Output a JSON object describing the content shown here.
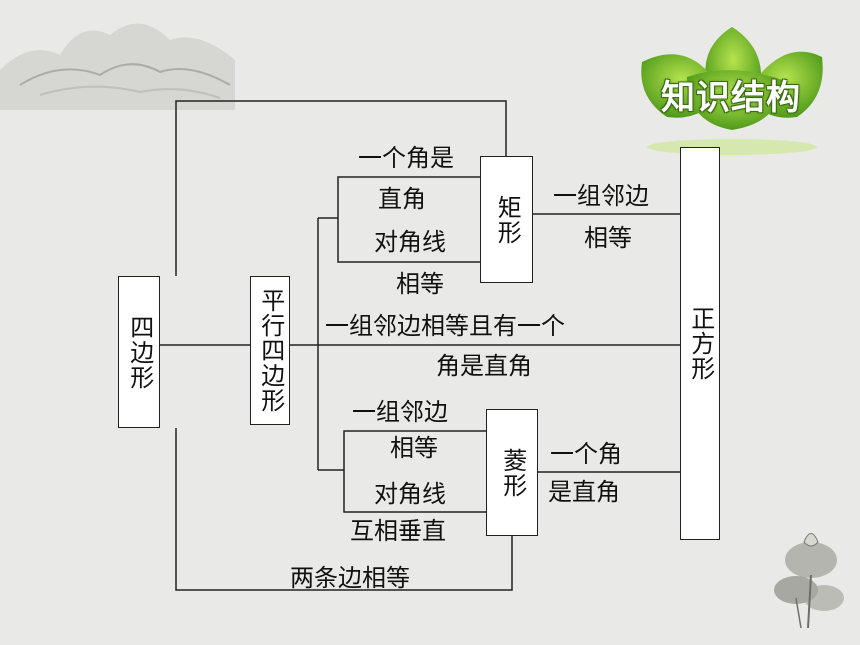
{
  "badge": {
    "title": "知识结构"
  },
  "nodes": {
    "quadrilateral": "四边形",
    "parallelogram": "平行四边形",
    "rectangle": "矩形",
    "rhombus": "菱形",
    "square": "正方形"
  },
  "edges": {
    "rect_cond1_a": "一个角是",
    "rect_cond1_b": "直角",
    "rect_cond2_a": "对角线",
    "rect_cond2_b": "相等",
    "rect_to_square_a": "一组邻边",
    "rect_to_square_b": "相等",
    "para_to_square_a": "一组邻边相等且有一个",
    "para_to_square_b": "角是直角",
    "rhom_cond1_a": "一组邻边",
    "rhom_cond1_b": "相等",
    "rhom_cond2_a": "对角线",
    "rhom_cond2_b": "互相垂直",
    "rhom_to_square_a": "一个角",
    "rhom_to_square_b": "是直角",
    "bottom_path": "两条边相等"
  }
}
